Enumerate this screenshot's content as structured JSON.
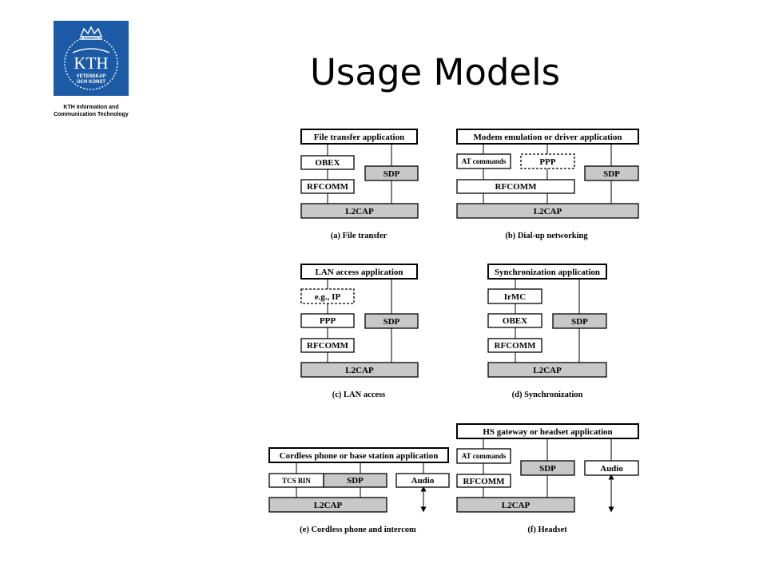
{
  "slide": {
    "title": "Usage Models"
  },
  "logo": {
    "text": "KTH",
    "subtext_line1": "VETENSKAP",
    "subtext_line2": "OCH KONST",
    "caption_line1": "KTH Information and",
    "caption_line2": "Communication Technology",
    "color": "#1d5aa6"
  },
  "diagrams": [
    {
      "caption": "(a) File transfer",
      "labels": {
        "app": "File transfer application",
        "obex": "OBEX",
        "sdp": "SDP",
        "rfcomm": "RFCOMM",
        "l2cap": "L2CAP"
      }
    },
    {
      "caption": "(b) Dial-up networking",
      "labels": {
        "app": "Modem emulation or driver application",
        "at": "AT commands",
        "ppp": "PPP",
        "sdp": "SDP",
        "rfcomm": "RFCOMM",
        "l2cap": "L2CAP"
      }
    },
    {
      "caption": "(c) LAN access",
      "labels": {
        "app": "LAN access application",
        "ip": "e.g., IP",
        "ppp": "PPP",
        "sdp": "SDP",
        "rfcomm": "RFCOMM",
        "l2cap": "L2CAP"
      }
    },
    {
      "caption": "(d) Synchronization",
      "labels": {
        "app": "Synchronization application",
        "irmc": "IrMC",
        "obex": "OBEX",
        "sdp": "SDP",
        "rfcomm": "RFCOMM",
        "l2cap": "L2CAP"
      }
    },
    {
      "caption": "(e) Cordless phone and intercom",
      "labels": {
        "app": "Cordless phone or base station application",
        "tcs": "TCS BIN",
        "sdp": "SDP",
        "audio": "Audio",
        "l2cap": "L2CAP"
      }
    },
    {
      "caption": "(f) Headset",
      "labels": {
        "app": "HS gateway or headset application",
        "at": "AT commands",
        "sdp": "SDP",
        "audio": "Audio",
        "rfcomm": "RFCOMM",
        "l2cap": "L2CAP"
      }
    }
  ],
  "colors": {
    "gray_box": "#c8c8c8",
    "border": "#000000"
  }
}
